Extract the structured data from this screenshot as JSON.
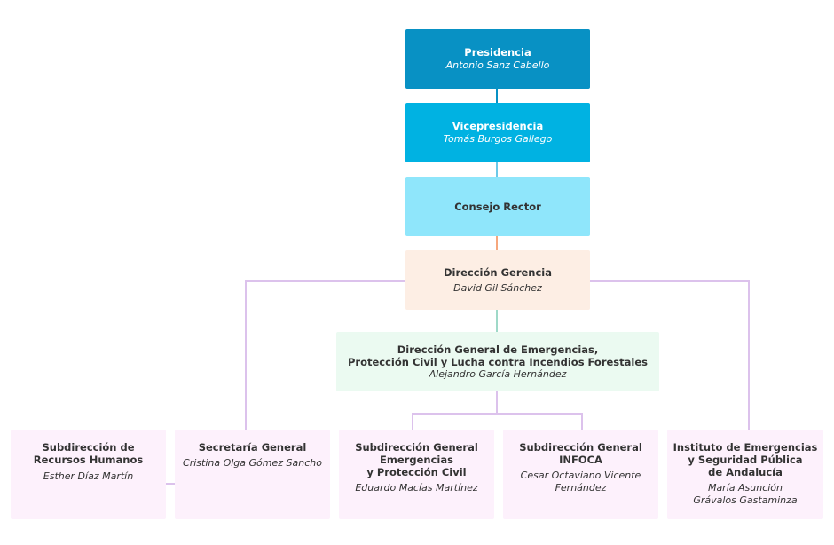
{
  "colors": {
    "presidencia": "#0891c4",
    "vicepresidencia": "#00b2e2",
    "consejo": "#8fe6fb",
    "gerencia": "#fdeee4",
    "dgeneral": "#ebfaf1",
    "sub": "#fdf1fc",
    "line_blue": "#6cc9e8",
    "line_orange": "#f6a77d",
    "line_teal": "#9fd9c8",
    "line_purple": "#dcc2ec"
  },
  "presidencia": {
    "title": "Presidencia",
    "name": "Antonio Sanz Cabello"
  },
  "vicepresidencia": {
    "title": "Vicepresidencia",
    "name": "Tomás Burgos Gallego"
  },
  "consejo": {
    "title": "Consejo Rector"
  },
  "gerencia": {
    "title": "Dirección Gerencia",
    "name": "David Gil Sánchez"
  },
  "dgeneral": {
    "title": "Dirección General de Emergencias,\nProtección Civil y Lucha contra Incendios Forestales",
    "name": "Alejandro García Hernández"
  },
  "rrhh": {
    "title": "Subdirección de\nRecursos Humanos",
    "name": "Esther Díaz Martín"
  },
  "secretaria": {
    "title": "Secretaría General",
    "name": "Cristina Olga Gómez Sancho"
  },
  "sub_emergencias": {
    "title": "Subdirección General\nEmergencias\ny Protección Civil",
    "name": "Eduardo Macías Martínez"
  },
  "sub_infoca": {
    "title": "Subdirección General\nINFOCA",
    "name": "Cesar Octaviano Vicente\nFernández"
  },
  "instituto": {
    "title": "Instituto de Emergencias\ny Seguridad Pública\nde Andalucía",
    "name": "María Asunción\nGrávalos Gastaminza"
  }
}
